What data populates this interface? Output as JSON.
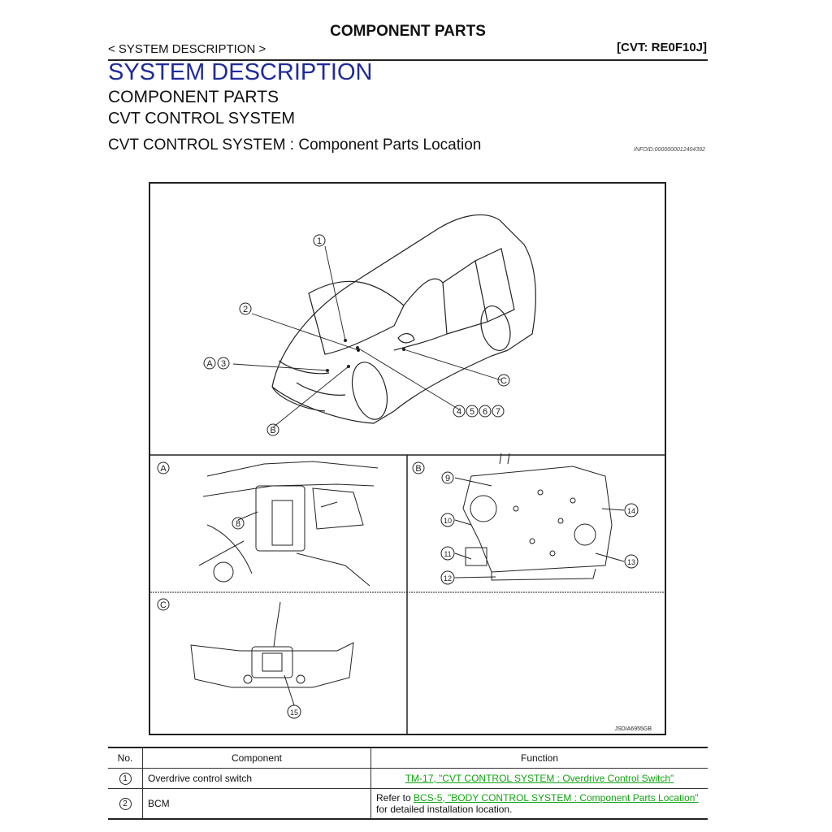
{
  "header": {
    "title": "COMPONENT PARTS",
    "section": "< SYSTEM DESCRIPTION >",
    "model": "[CVT: RE0F10J]"
  },
  "headings": {
    "system": "SYSTEM DESCRIPTION",
    "component_parts": "COMPONENT PARTS",
    "cvt_control": "CVT CONTROL SYSTEM",
    "location": "CVT CONTROL SYSTEM : Component Parts Location",
    "infoid": "INFOID:0000000012404392"
  },
  "figure": {
    "code": "JSDIA6955GB",
    "panel_labels": {
      "a": "A",
      "b": "B",
      "c": "C"
    },
    "callouts": {
      "n1": "1",
      "n2": "2",
      "n3": "3",
      "n4": "4",
      "n5": "5",
      "n6": "6",
      "n7": "7",
      "n8": "8",
      "n9": "9",
      "n10": "10",
      "n11": "11",
      "n12": "12",
      "n13": "13",
      "n14": "14",
      "n15": "15"
    }
  },
  "table": {
    "headers": {
      "no": "No.",
      "component": "Component",
      "function": "Function"
    },
    "rows": [
      {
        "no": "1",
        "component": "Overdrive control switch",
        "link": "TM-17, \"CVT CONTROL SYSTEM : Overdrive Control Switch\""
      },
      {
        "no": "2",
        "component": "BCM",
        "prefix": "Refer to ",
        "link": "BCS-5, \"BODY CONTROL SYSTEM : Component Parts Location\"",
        "suffix": "for detailed installation location."
      }
    ]
  },
  "colors": {
    "heading_blue": "#1f2a9c",
    "link_green": "#13a313"
  }
}
